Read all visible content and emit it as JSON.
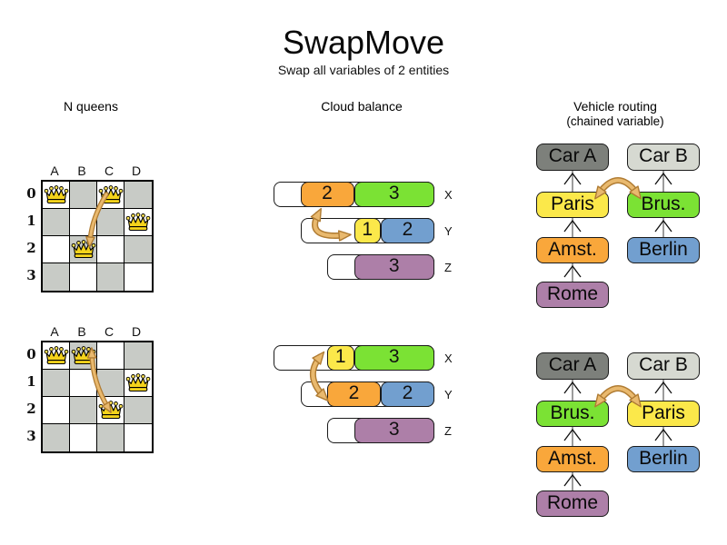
{
  "title": "SwapMove",
  "subtitle": "Swap all variables of 2 entities",
  "palette": {
    "arrow_fill": "#e9b96e",
    "arrow_outline": "#b07c33",
    "board_dark_square": "#c8cbc6",
    "crown": "#f4d31c",
    "crown_ball": "#ffe553",
    "connector_line": "#7a7a7a",
    "connector_chevron": "#111111"
  },
  "sections": {
    "nqueens": {
      "header": "N queens",
      "columns": [
        "A",
        "B",
        "C",
        "D"
      ],
      "rows": [
        "0",
        "1",
        "2",
        "3"
      ],
      "boards": [
        {
          "name": "before-swap",
          "queens": [
            "A0",
            "C0",
            "D1",
            "B2"
          ]
        },
        {
          "name": "after-swap",
          "queens": [
            "A0",
            "B0",
            "D1",
            "C2"
          ]
        }
      ]
    },
    "cloud": {
      "header": "Cloud balance",
      "groups": [
        {
          "name": "before-swap",
          "rows": [
            {
              "label": "X",
              "capacity": 6,
              "blocks": [
                {
                  "value": "2",
                  "color": "#f9a73b"
                },
                {
                  "value": "3",
                  "color": "#7be234"
                }
              ]
            },
            {
              "label": "Y",
              "capacity": 5,
              "blocks": [
                {
                  "value": "1",
                  "color": "#fbe84a"
                },
                {
                  "value": "2",
                  "color": "#729fcf"
                }
              ]
            },
            {
              "label": "Z",
              "capacity": 4,
              "blocks": [
                {
                  "value": "3",
                  "color": "#ad7fa8"
                }
              ]
            }
          ]
        },
        {
          "name": "after-swap",
          "rows": [
            {
              "label": "X",
              "capacity": 6,
              "blocks": [
                {
                  "value": "1",
                  "color": "#fbe84a"
                },
                {
                  "value": "3",
                  "color": "#7be234"
                }
              ]
            },
            {
              "label": "Y",
              "capacity": 5,
              "blocks": [
                {
                  "value": "2",
                  "color": "#f9a73b"
                },
                {
                  "value": "2",
                  "color": "#729fcf"
                }
              ]
            },
            {
              "label": "Z",
              "capacity": 4,
              "blocks": [
                {
                  "value": "3",
                  "color": "#ad7fa8"
                }
              ]
            }
          ]
        }
      ]
    },
    "vrp": {
      "header": "Vehicle routing",
      "subheader": "(chained variable)",
      "groups": [
        {
          "name": "before-swap",
          "chains": [
            [
              {
                "label": "Car A",
                "color": "#7d807b"
              },
              {
                "label": "Paris",
                "color": "#fbe84a"
              },
              {
                "label": "Amst.",
                "color": "#f9a73b"
              },
              {
                "label": "Rome",
                "color": "#ad7fa8"
              }
            ],
            [
              {
                "label": "Car B",
                "color": "#d6d9d1"
              },
              {
                "label": "Brus.",
                "color": "#7be234"
              },
              {
                "label": "Berlin",
                "color": "#729fcf"
              }
            ]
          ]
        },
        {
          "name": "after-swap",
          "chains": [
            [
              {
                "label": "Car A",
                "color": "#7d807b"
              },
              {
                "label": "Brus.",
                "color": "#7be234"
              },
              {
                "label": "Amst.",
                "color": "#f9a73b"
              },
              {
                "label": "Rome",
                "color": "#ad7fa8"
              }
            ],
            [
              {
                "label": "Car B",
                "color": "#d6d9d1"
              },
              {
                "label": "Paris",
                "color": "#fbe84a"
              },
              {
                "label": "Berlin",
                "color": "#729fcf"
              }
            ]
          ]
        }
      ]
    }
  }
}
